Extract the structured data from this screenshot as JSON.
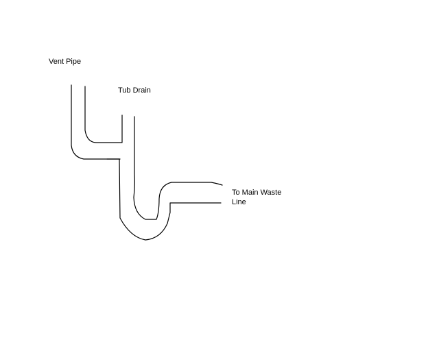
{
  "labels": {
    "vent_pipe": "Vent Pipe",
    "tub_drain": "Tub Drain",
    "main_waste_line_1": "To Main Waste",
    "main_waste_line_2": "Line"
  },
  "colors": {
    "background": "#ffffff",
    "ink": "#000000"
  }
}
